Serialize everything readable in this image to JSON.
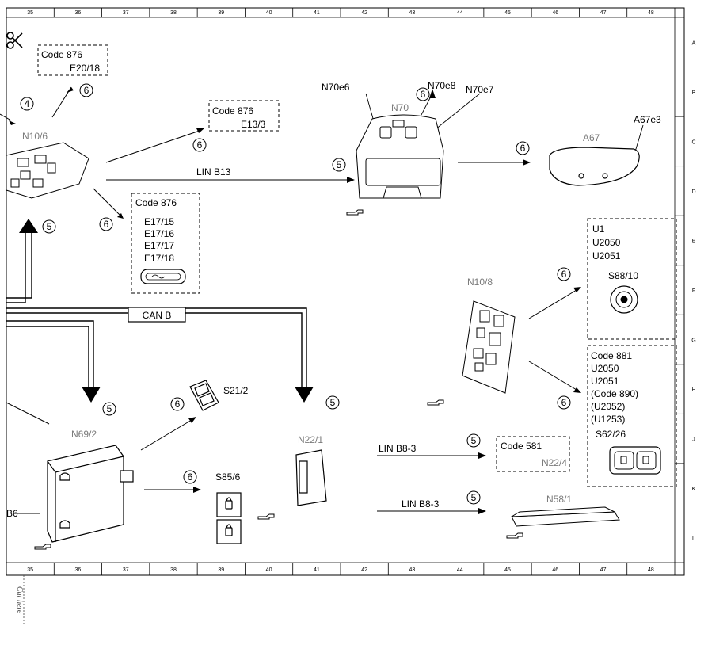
{
  "grid": {
    "columns": [
      "35",
      "36",
      "37",
      "38",
      "39",
      "40",
      "41",
      "42",
      "43",
      "44",
      "45",
      "46",
      "47",
      "48"
    ],
    "rows": [
      "A",
      "B",
      "C",
      "D",
      "E",
      "F",
      "G",
      "H",
      "J",
      "K",
      "L"
    ]
  },
  "cut_here": "Cut here",
  "partial_label": "B6",
  "buses": {
    "can": "CAN B",
    "lin_b13": "LIN B13",
    "lin_b8_3_a": "LIN B8-3",
    "lin_b8_3_b": "LIN B8-3"
  },
  "components": {
    "n10_6": "N10/6",
    "n70": "N70",
    "n70e6": "N70e6",
    "n70e8": "N70e8",
    "n70e7": "N70e7",
    "a67": "A67",
    "a67e3": "A67e3",
    "n10_8": "N10/8",
    "n69_2": "N69/2",
    "s21_2": "S21/2",
    "s85_6": "S85/6",
    "n22_1": "N22/1",
    "n58_1": "N58/1",
    "s88_10": "S88/10",
    "s62_26": "S62/26"
  },
  "code_boxes": {
    "box1": {
      "lines": [
        "Code 876",
        "E20/18"
      ]
    },
    "box2": {
      "lines": [
        "Code 876",
        "E13/3"
      ]
    },
    "box3": {
      "lines": [
        "Code 876",
        "E17/15",
        "E17/16",
        "E17/17",
        "E17/18"
      ]
    },
    "box4": {
      "lines": [
        "U1",
        "U2050",
        "U2051"
      ]
    },
    "box5": {
      "lines": [
        "Code 881",
        "U2050",
        "U2051",
        "(Code 890)",
        "(U2052)",
        "(U1253)"
      ]
    },
    "box6": {
      "lines": [
        "Code 581",
        "N22/4"
      ]
    }
  },
  "markers": {
    "m4": "4",
    "m5": "5",
    "m6": "6"
  }
}
